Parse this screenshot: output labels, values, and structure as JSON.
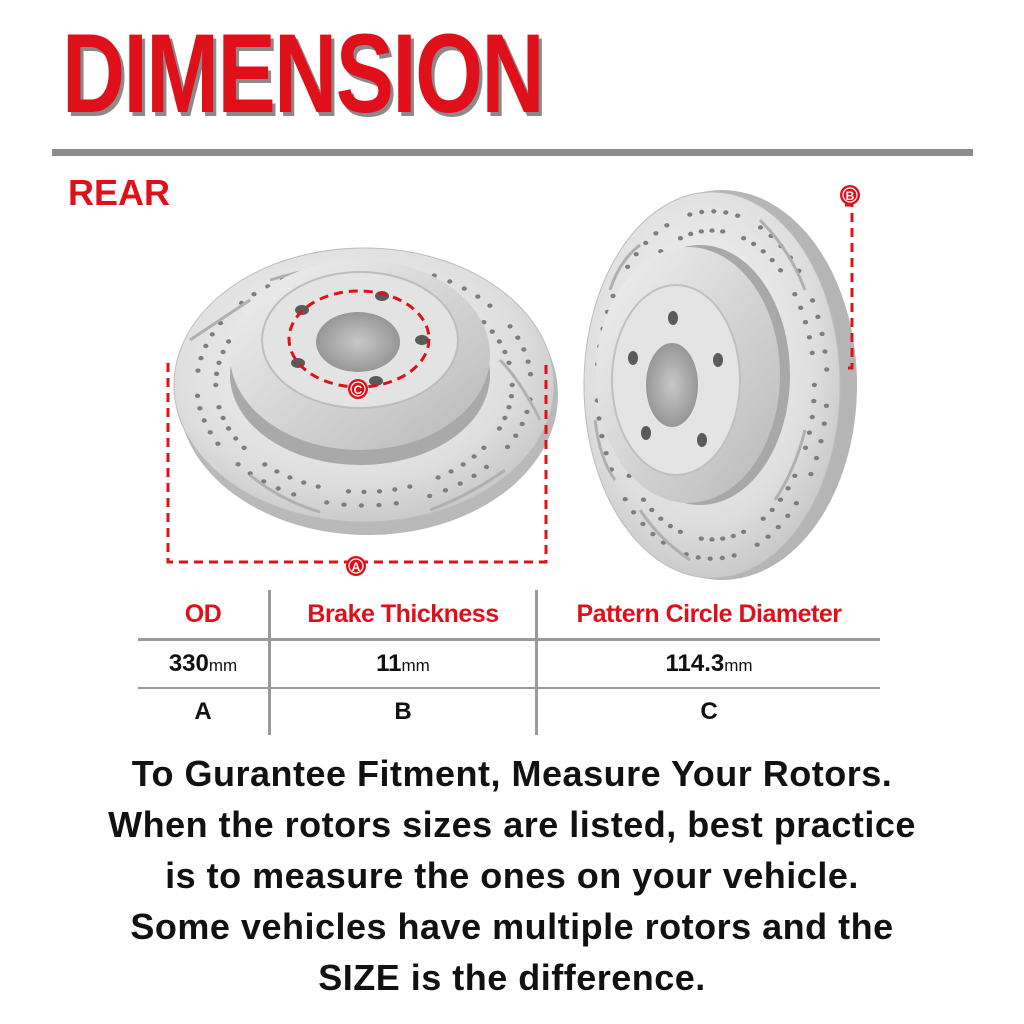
{
  "title": "DIMENSION",
  "section_label": "REAR",
  "markers": {
    "a": "A",
    "b": "B",
    "c": "C"
  },
  "table": {
    "headers": [
      "OD",
      "Brake Thickness",
      "Pattern Circle Diameter"
    ],
    "values": [
      {
        "number": "330",
        "unit": "mm"
      },
      {
        "number": "11",
        "unit": "mm"
      },
      {
        "number": "114.3",
        "unit": "mm"
      }
    ],
    "letters": [
      "A",
      "B",
      "C"
    ]
  },
  "note_lines": [
    "To Gurantee Fitment, Measure Your Rotors.",
    "When the rotors sizes are listed, best practice",
    "is to measure the ones on your vehicle.",
    "Some vehicles have multiple rotors and the",
    "SIZE is the difference."
  ],
  "colors": {
    "accent": "#e0101b",
    "rule": "#8c8c8c",
    "rotor": "#d9d9d9"
  }
}
